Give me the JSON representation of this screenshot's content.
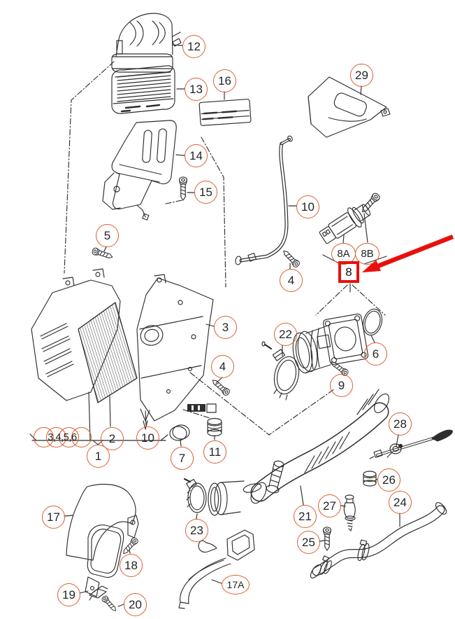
{
  "figure": {
    "type": "exploded-parts-diagram",
    "background_color": "#ffffff",
    "line_color": "#2e2e2e",
    "callout_color": "#dd5f2e",
    "highlight_color": "#e8100c",
    "callouts": {
      "c1": {
        "label": "1"
      },
      "c2": {
        "label": "2"
      },
      "c3": {
        "label": "3"
      },
      "c4a": {
        "label": "4"
      },
      "c4b": {
        "label": "4"
      },
      "c5": {
        "label": "5"
      },
      "c6": {
        "label": "6"
      },
      "c7": {
        "label": "7"
      },
      "c8a": {
        "label": "8A"
      },
      "c8b": {
        "label": "8B"
      },
      "c9": {
        "label": "9"
      },
      "c10a": {
        "label": "10"
      },
      "c10b": {
        "label": "10"
      },
      "c11": {
        "label": "11"
      },
      "c12": {
        "label": "12"
      },
      "c13": {
        "label": "13"
      },
      "c14": {
        "label": "14"
      },
      "c15": {
        "label": "15"
      },
      "c16": {
        "label": "16"
      },
      "c17": {
        "label": "17"
      },
      "c17a": {
        "label": "17A"
      },
      "c18": {
        "label": "18"
      },
      "c19": {
        "label": "19"
      },
      "c20": {
        "label": "20"
      },
      "c21": {
        "label": "21"
      },
      "c22": {
        "label": "22"
      },
      "c23": {
        "label": "23"
      },
      "c24": {
        "label": "24"
      },
      "c25": {
        "label": "25"
      },
      "c26": {
        "label": "26"
      },
      "c27": {
        "label": "27"
      },
      "c28": {
        "label": "28"
      },
      "c29": {
        "label": "29"
      },
      "group": {
        "label": "3,4,5,6"
      }
    },
    "highlight": {
      "label": "8"
    }
  }
}
